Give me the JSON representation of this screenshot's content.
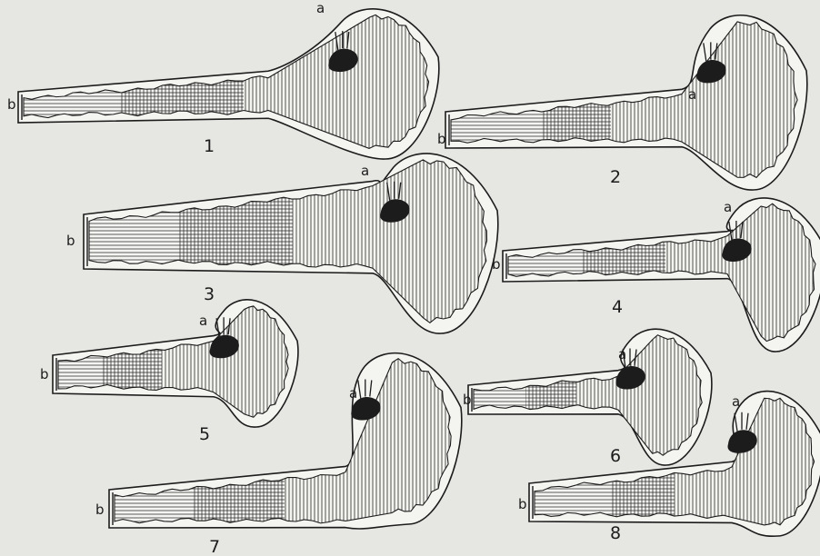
{
  "figure": {
    "panels": [
      {
        "number": "1",
        "label_a": "a",
        "label_b": "b"
      },
      {
        "number": "2",
        "label_a": "a",
        "label_b": "b"
      },
      {
        "number": "3",
        "label_a": "a",
        "label_b": "b"
      },
      {
        "number": "4",
        "label_a": "a",
        "label_b": "b"
      },
      {
        "number": "5",
        "label_a": "a",
        "label_b": "b"
      },
      {
        "number": "6",
        "label_a": "a",
        "label_b": "b"
      },
      {
        "number": "7",
        "label_a": "a",
        "label_b": "b"
      },
      {
        "number": "8",
        "label_a": "a",
        "label_b": "b"
      }
    ]
  },
  "colors": {
    "background": "#e6e7e2",
    "ink": "#1c1c1c",
    "fill_light": "#f4f4f0"
  }
}
